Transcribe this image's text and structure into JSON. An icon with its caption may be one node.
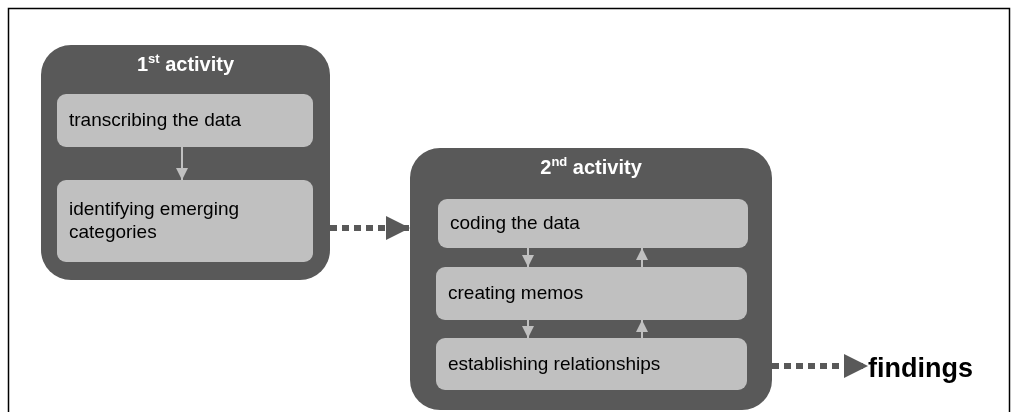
{
  "diagram": {
    "nodes": [
      {
        "text": [
          "1$^{st}$ activity"
        ]
      },
      {
        "text": [
          "transcribing the data"
        ],
        "in": 0
      },
      {
        "text": [
          "identifying emerging categories"
        ],
        "in": 0
      },
      {
        "text": [
          "2$^{nd}$ activity"
        ]
      },
      {
        "text": [
          "coding the data"
        ],
        "in": 3
      },
      {
        "text": [
          "creating memos"
        ],
        "in": 3
      },
      {
        "text": [
          "establishing relationships"
        ],
        "in": 3
      },
      {
        "text": [
          "findings"
        ]
      }
    ],
    "edges": [
      {
        "from": 1,
        "to": 2,
        "arrow": "to"
      },
      {
        "from": 0,
        "to": 3,
        "arrow": "to",
        "style": "dashed",
        "color": "#595959"
      },
      {
        "from": 4,
        "to": 5,
        "arrow": "to"
      },
      {
        "from": 5,
        "to": 4,
        "arrow": "to"
      },
      {
        "from": 5,
        "to": 6,
        "arrow": "to"
      },
      {
        "from": 6,
        "to": 5,
        "arrow": "to"
      },
      {
        "from": 3,
        "to": 7,
        "arrow": "to",
        "style": "dashed",
        "color": "#595959"
      }
    ]
  }
}
